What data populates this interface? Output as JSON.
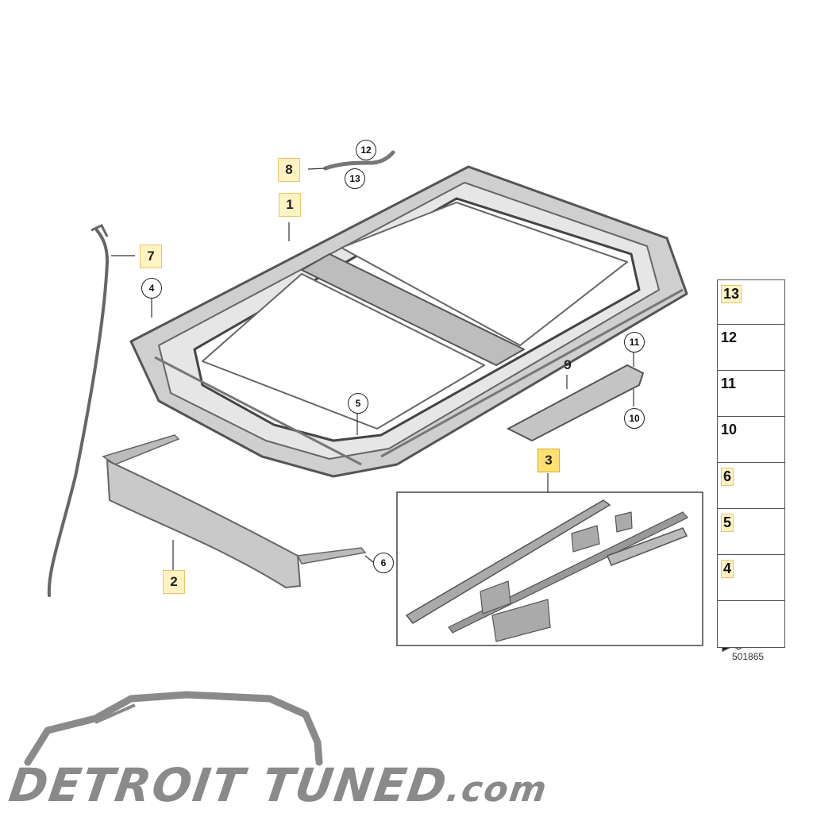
{
  "diagram": {
    "callouts": {
      "c1": "1",
      "c2": "2",
      "c3": "3",
      "c4": "4",
      "c5": "5",
      "c6": "6",
      "c7": "7",
      "c8": "8",
      "c9": "9",
      "c10": "10",
      "c11": "11",
      "c12": "12",
      "c13": "13"
    },
    "parts_panel": [
      "13",
      "12",
      "11",
      "10",
      "6",
      "5",
      "4"
    ],
    "diagram_id": "501865"
  },
  "watermark": {
    "brand_main": "DETROIT TUNED",
    "brand_suffix": ".com"
  },
  "colors": {
    "highlight": "#ffe071",
    "label_bg": "#fff3c2",
    "part_gray": "#9a9a9a",
    "logo_gray": "#8a8a8a"
  }
}
